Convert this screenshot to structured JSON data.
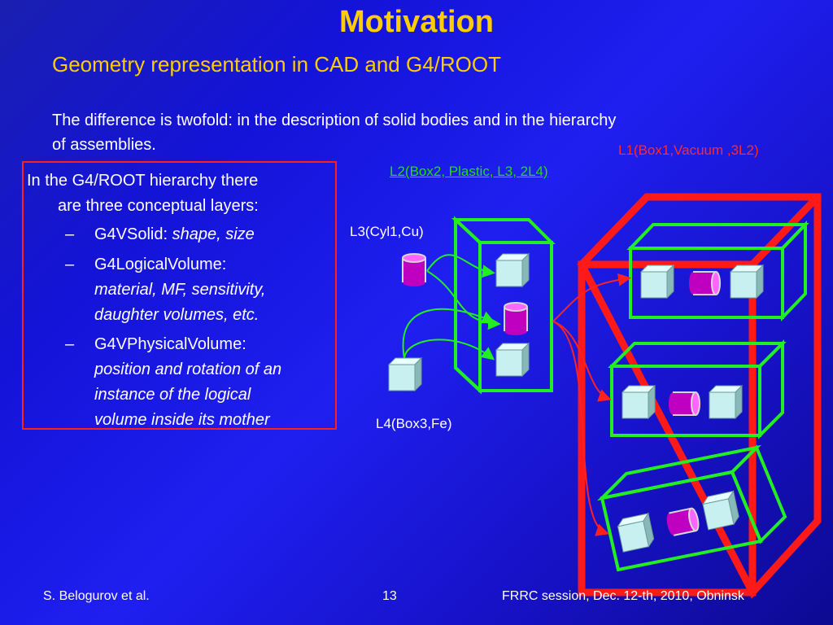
{
  "slide": {
    "title": "Motivation",
    "subtitle": "Geometry representation in CAD and G4/ROOT",
    "intro_line1": "The difference is twofold: in the description of solid bodies and in the hierarchy",
    "intro_line2": "of assemblies."
  },
  "layers": {
    "lead_line1": "In the G4/ROOT hierarchy there",
    "lead_line2": "are three conceptual layers:",
    "dash": "–",
    "items": [
      {
        "name": "G4VSolid: ",
        "desc_lines": [
          "shape, size"
        ]
      },
      {
        "name": "G4LogicalVolume:",
        "desc_lines": [
          "material, MF, sensitivity,",
          "daughter volumes, etc."
        ]
      },
      {
        "name": "G4VPhysicalVolume:",
        "desc_lines": [
          "position and rotation of an",
          "instance of the logical",
          "volume inside its mother"
        ]
      }
    ]
  },
  "diagram": {
    "label_l1": "L1(Box1,Vacuum ,3L2)",
    "label_l2": "L2(Box2, Plastic, L3, 2L4)",
    "label_l3": "L3(Cyl1,Cu)",
    "label_l4": "L4(Box3,Fe)",
    "colors": {
      "l1_frame": "#ff1a1a",
      "l2_frame": "#22ee22",
      "cube_face": "#c8f0f0",
      "cube_side": "#88c8c8",
      "cylinder": "#c000c0",
      "arrow_green": "#22ee22",
      "arrow_red": "#ff2020"
    }
  },
  "footer": {
    "left": "S. Belogurov et  al.",
    "page": "13",
    "right": "FRRC session,  Dec. 12-th, 2010, Obninsk"
  }
}
